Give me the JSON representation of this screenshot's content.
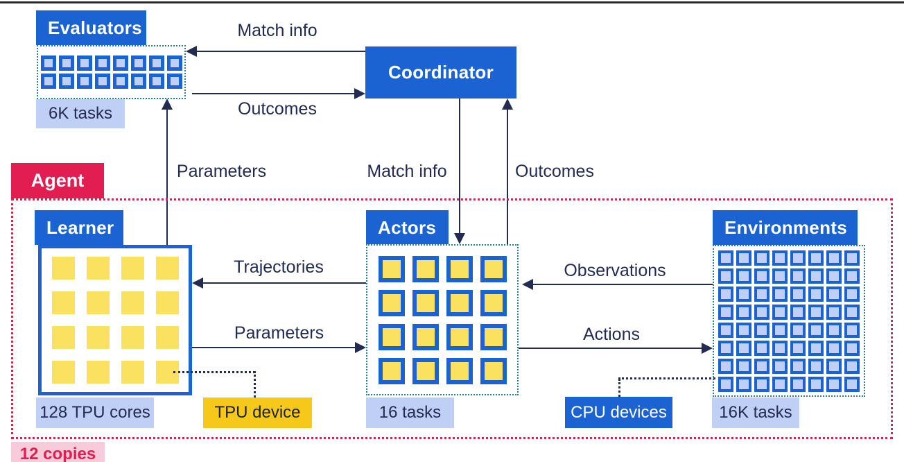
{
  "nodes": {
    "evaluators": {
      "title": "Evaluators",
      "tasks": "6K tasks"
    },
    "coordinator": {
      "title": "Coordinator"
    },
    "learner": {
      "title": "Learner",
      "cores": "128 TPU cores",
      "device": "TPU device"
    },
    "actors": {
      "title": "Actors",
      "tasks": "16 tasks"
    },
    "environments": {
      "title": "Environments",
      "tasks": "16K tasks",
      "device": "CPU devices"
    },
    "agent": {
      "label": "Agent",
      "copies": "12 copies"
    }
  },
  "grids": {
    "evaluators": {
      "rows": 2,
      "cols": 8
    },
    "learner": {
      "rows": 4,
      "cols": 4
    },
    "actors": {
      "rows": 4,
      "cols": 4
    },
    "environments": {
      "rows": 8,
      "cols": 8
    }
  },
  "edges": {
    "match_info_top": "Match info",
    "outcomes_top": "Outcomes",
    "parameters_up": "Parameters",
    "match_info_down": "Match info",
    "outcomes_up": "Outcomes",
    "trajectories": "Trajectories",
    "parameters_to_actors": "Parameters",
    "observations": "Observations",
    "actions": "Actions"
  },
  "colors": {
    "primary_blue": "#1b63d2",
    "lavender": "#bfcff5",
    "square_yellow": "#fae15f",
    "device_gold": "#f6c81a",
    "agent_crimson": "#e11d51",
    "copies_pink": "#f8cbdb",
    "text_navy": "#232c50",
    "dotted_teal": "#2b7a96"
  }
}
